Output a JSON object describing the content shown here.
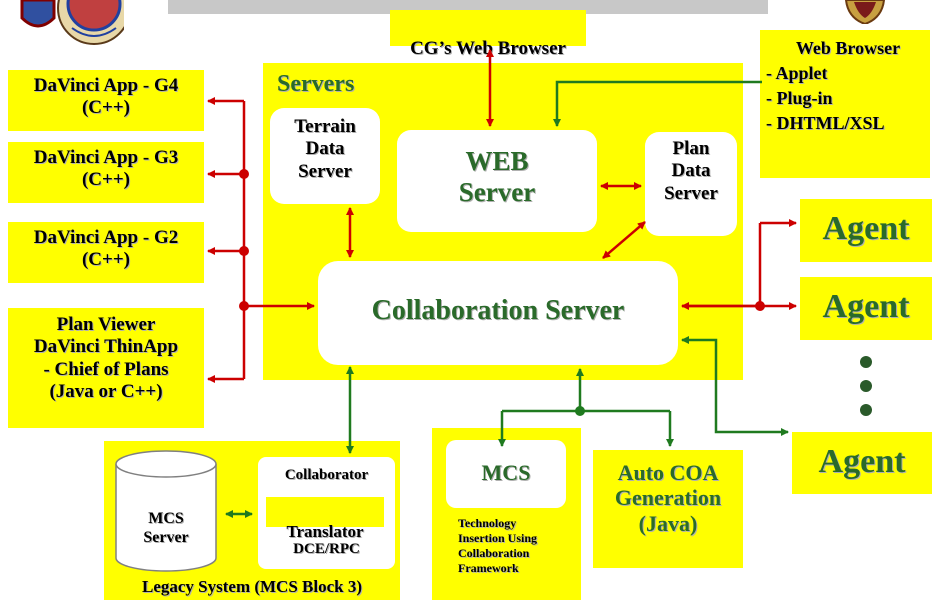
{
  "title_bar": {
    "color": "#c8c8c8"
  },
  "cg_browser": {
    "label": "CG’s Web Browser"
  },
  "web_browser": {
    "title": "Web Browser",
    "items": [
      "- Applet",
      "- Plug-in",
      "- DHTML/XSL"
    ]
  },
  "servers": {
    "title": "Servers",
    "terrain": "Terrain\nData\nServer",
    "web": "WEB\nServer",
    "plan": "Plan\nData\nServer",
    "collab": "Collaboration Server"
  },
  "apps": [
    {
      "label": "DaVinci App - G4\n(C++)"
    },
    {
      "label": "DaVinci App - G3\n(C++)"
    },
    {
      "label": "DaVinci App - G2\n(C++)"
    },
    {
      "label": "Plan Viewer\nDaVinci ThinApp\n- Chief of Plans\n(Java or C++)"
    }
  ],
  "agents": [
    "Agent",
    "Agent",
    "Agent"
  ],
  "legacy": {
    "caption": "Legacy System (MCS Block 3)",
    "mcs_server": "MCS\nServer",
    "collaborator": "Collaborator",
    "translator": "Translator",
    "dce": "DCE/RPC"
  },
  "mcs_box": {
    "title": "MCS",
    "caption": "Technology\nInsertion Using\nCollaboration\nFramework"
  },
  "auto_coa": {
    "label": "Auto COA\nGeneration\n(Java)"
  },
  "colors": {
    "yellow": "#ffff00",
    "red": "#cc0000",
    "green": "#1f7a1f",
    "text_green": "#2a6a2a"
  }
}
